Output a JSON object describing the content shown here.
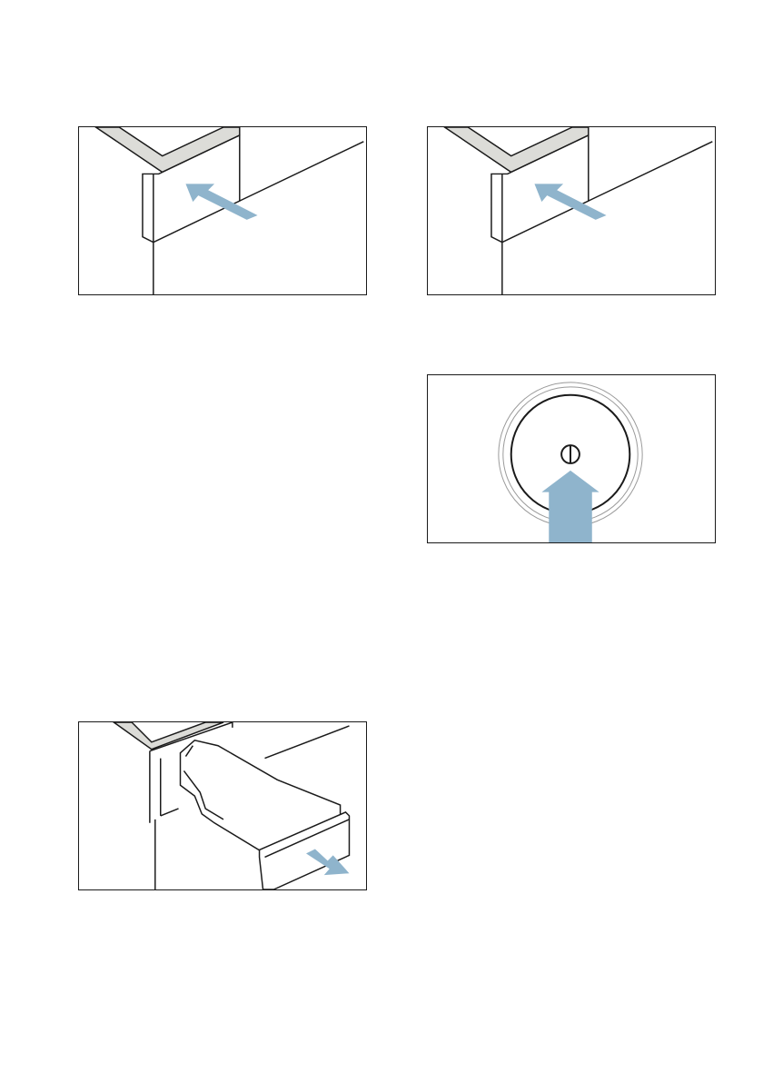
{
  "page": {
    "background": "#ffffff"
  },
  "illustrations": [
    {
      "id": "push-detergent-drawer-panel-left",
      "icon": "arrow-push-icon"
    },
    {
      "id": "push-detergent-drawer-panel-right",
      "icon": "arrow-push-icon"
    },
    {
      "id": "press-power-button",
      "icon": "power-icon"
    },
    {
      "id": "pull-out-detergent-drawer",
      "icon": "arrow-pull-icon"
    }
  ],
  "colors": {
    "arrow": "#8fb4cc",
    "appliance_trim": "#dcdcd8",
    "line": "#1a1a1a"
  }
}
